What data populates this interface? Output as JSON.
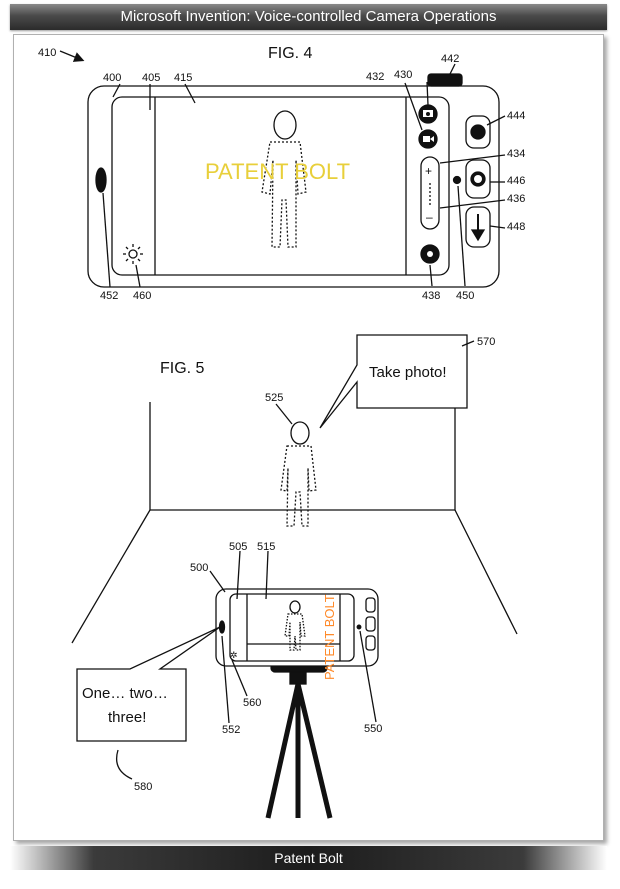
{
  "header": {
    "title": "Microsoft Invention: Voice-controlled Camera Operations"
  },
  "footer": {
    "label": "Patent Bolt"
  },
  "fig4": {
    "title": "FIG. 4",
    "watermark": "PATENT BOLT",
    "refs": {
      "r410": "410",
      "r400": "400",
      "r405": "405",
      "r415": "415",
      "r432": "432",
      "r430": "430",
      "r442": "442",
      "r444": "444",
      "r434": "434",
      "r446": "446",
      "r436": "436",
      "r448": "448",
      "r452": "452",
      "r460": "460",
      "r438": "438",
      "r450": "450"
    }
  },
  "fig5": {
    "title": "FIG. 5",
    "watermark": "PATENT BOLT",
    "speech_top": "Take photo!",
    "speech_bottom_lines": [
      "One… two…",
      "three!"
    ],
    "refs": {
      "r570": "570",
      "r525": "525",
      "r500": "500",
      "r505": "505",
      "r515": "515",
      "r560": "560",
      "r552": "552",
      "r550": "550",
      "r580": "580"
    }
  },
  "colors": {
    "watermark": "#e8cf3a",
    "watermark_vertical": "#ff8a2a",
    "line": "#111111"
  }
}
